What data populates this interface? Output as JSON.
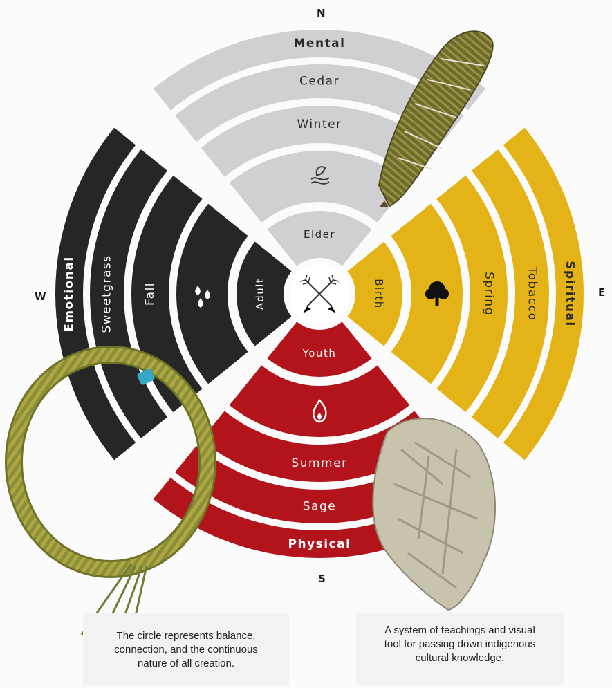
{
  "compass": {
    "north": "N",
    "east": "E",
    "south": "S",
    "west": "W"
  },
  "colors": {
    "north": "#d0d0d3",
    "east": "#e3b317",
    "south": "#b3141c",
    "west": "#262626",
    "text_light": "#ffffff",
    "text_dark": "#2a2a2a"
  },
  "rings": {
    "outer": {
      "north": "Mental",
      "east": "Spiritual",
      "south": "Physical",
      "west": "Emotional"
    },
    "medicine": {
      "north": "Cedar",
      "east": "Tobacco",
      "south": "Sage",
      "west": "Sweetgrass"
    },
    "season": {
      "north": "Winter",
      "east": "Spring",
      "south": "Summer",
      "west": "Fall"
    },
    "element_icon": {
      "north": "air-icon",
      "east": "tree-icon",
      "south": "fire-icon",
      "west": "water-icon"
    },
    "life_stage": {
      "north": "Elder",
      "east": "Birth",
      "south": "Youth",
      "west": "Adult"
    }
  },
  "center_icon": "crossed-arrows-icon",
  "objects": [
    "cedar-bundle",
    "sweetgrass-braid",
    "sage-bundle"
  ],
  "captions": {
    "left": [
      "The circle represents balance,",
      "connection, and the continuous",
      "nature of all creation."
    ],
    "right": [
      "A system of teachings and visual",
      "tool for passing down indigenous",
      "cultural knowledge."
    ]
  }
}
